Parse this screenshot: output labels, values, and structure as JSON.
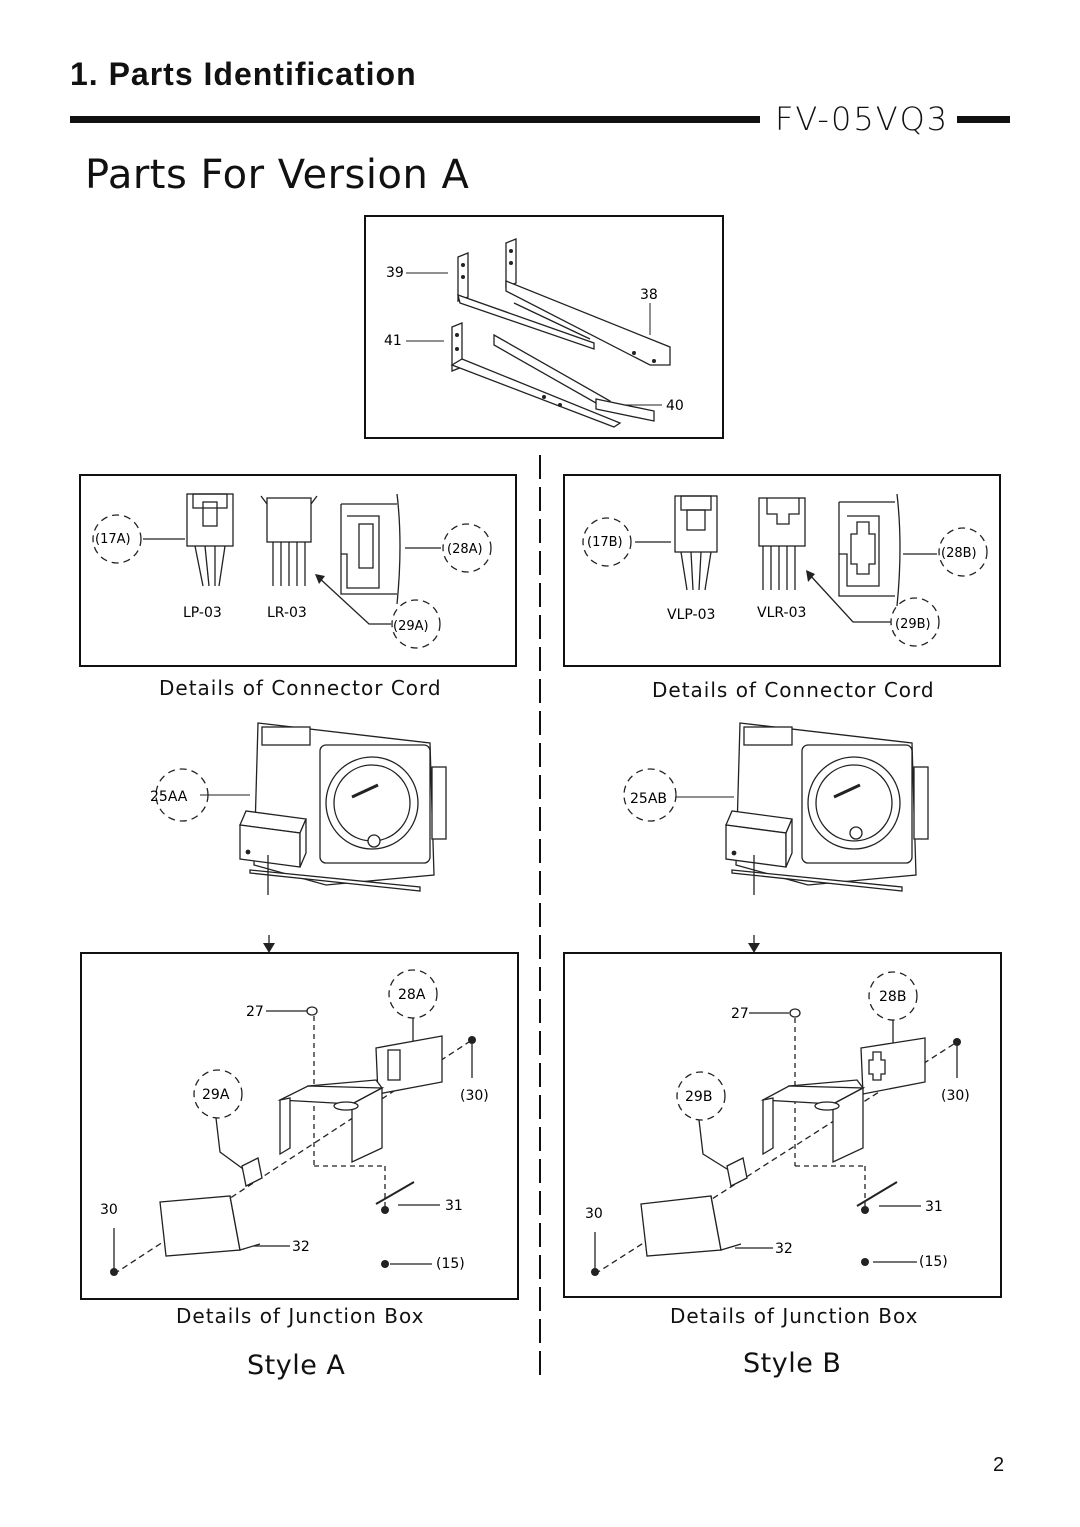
{
  "header": {
    "section_title": "1. Parts Identification",
    "model": "FV-05VQ3",
    "page_heading": "Parts For Version A"
  },
  "bracket_kit": {
    "labels": {
      "p39": "39",
      "p38": "38",
      "p41": "41",
      "p40": "40"
    }
  },
  "style_a": {
    "connector": {
      "label_17": "(17A)",
      "label_28": "(28A)",
      "label_29": "(29A)",
      "plug_left": "LP-03",
      "plug_right": "LR-03",
      "caption": "Details of Connector Cord"
    },
    "fan": {
      "label": "25AA"
    },
    "junction": {
      "label_28": "28A",
      "label_29": "29A",
      "p27": "27",
      "p30": "30",
      "p30p": "(30)",
      "p31": "31",
      "p32": "32",
      "p15": "(15)",
      "caption": "Details of Junction Box"
    },
    "style_label": "Style A"
  },
  "style_b": {
    "connector": {
      "label_17": "(17B)",
      "label_28": "(28B)",
      "label_29": "(29B)",
      "plug_left": "VLP-03",
      "plug_right": "VLR-03",
      "caption": "Details of Connector Cord"
    },
    "fan": {
      "label": "25AB"
    },
    "junction": {
      "label_28": "28B",
      "label_29": "29B",
      "p27": "27",
      "p30": "30",
      "p30p": "(30)",
      "p31": "31",
      "p32": "32",
      "p15": "(15)",
      "caption": "Details of Junction Box"
    },
    "style_label": "Style B"
  },
  "footer": {
    "page_number": "2"
  }
}
